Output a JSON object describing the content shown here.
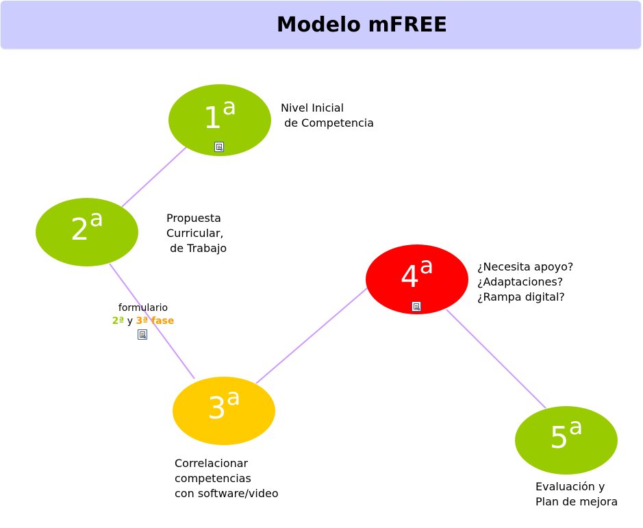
{
  "title": "Modelo mFREE",
  "colors": {
    "title_bar": "#ccccff",
    "green": "#99cc00",
    "red": "#ff0000",
    "yellow": "#ffcc00",
    "connector": "#cc99ff",
    "form_phase2": "#99cc00",
    "form_phase3": "#ff9900"
  },
  "nodes": [
    {
      "id": "1",
      "number": "1",
      "suffix": "a",
      "color": "green",
      "has_doc_icon": true,
      "description": "Nivel Inicial\n de Competencia"
    },
    {
      "id": "2",
      "number": "2",
      "suffix": "a",
      "color": "green",
      "has_doc_icon": false,
      "description": "Propuesta\nCurricular,\n de Trabajo"
    },
    {
      "id": "3",
      "number": "3",
      "suffix": "a",
      "color": "yellow",
      "has_doc_icon": false,
      "description": "Correlacionar\ncompetencias\ncon software/video"
    },
    {
      "id": "4",
      "number": "4",
      "suffix": "a",
      "color": "red",
      "has_doc_icon": true,
      "description": "¿Necesita apoyo?\n¿Adaptaciones?\n¿Rampa digital?"
    },
    {
      "id": "5",
      "number": "5",
      "suffix": "a",
      "color": "green",
      "has_doc_icon": false,
      "description": "Evaluación y\nPlan de mejora"
    }
  ],
  "form_note": {
    "line1": "formulario",
    "phase2": "2ª",
    "conj": " y ",
    "phase3": "3ª fase",
    "icon": "document-icon"
  },
  "connections": [
    [
      "1",
      "2"
    ],
    [
      "2",
      "3"
    ],
    [
      "3",
      "4"
    ],
    [
      "4",
      "5"
    ]
  ]
}
